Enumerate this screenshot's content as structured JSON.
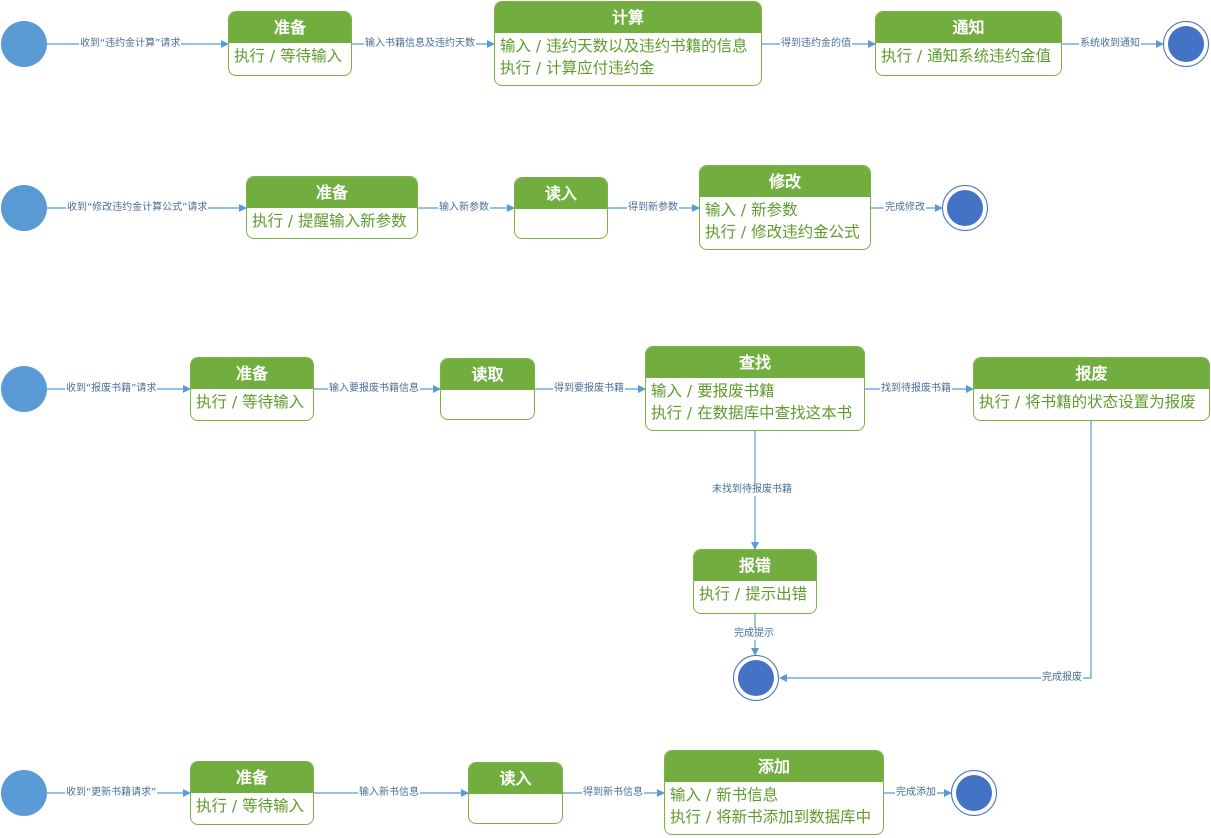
{
  "diagrams": [
    {
      "start_label": "收到“违约金计算”请求",
      "states": [
        {
          "title": "准备",
          "lines": [
            "执行 / 等待输入"
          ]
        },
        {
          "title": "计算",
          "lines": [
            "输入 / 违约天数以及违约书籍的信息",
            "执行 / 计算应付违约金"
          ]
        },
        {
          "title": "通知",
          "lines": [
            "执行 / 通知系统违约金值"
          ]
        }
      ],
      "transitions": [
        "输入书籍信息及违约天数",
        "得到违约金的值",
        "系统收到通知"
      ]
    },
    {
      "start_label": "收到“修改违约金计算公式”请求",
      "states": [
        {
          "title": "准备",
          "lines": [
            "执行 / 提醒输入新参数"
          ]
        },
        {
          "title": "读入",
          "lines": []
        },
        {
          "title": "修改",
          "lines": [
            "输入 / 新参数",
            "执行 / 修改违约金公式"
          ]
        }
      ],
      "transitions": [
        "输入新参数",
        "得到新参数",
        "完成修改"
      ]
    },
    {
      "start_label": "收到“报废书籍”请求",
      "states": [
        {
          "title": "准备",
          "lines": [
            "执行 / 等待输入"
          ]
        },
        {
          "title": "读取",
          "lines": []
        },
        {
          "title": "查找",
          "lines": [
            "输入 / 要报废书籍",
            "执行 / 在数据库中查找这本书"
          ]
        },
        {
          "title": "报废",
          "lines": [
            "执行 / 将书籍的状态设置为报废"
          ]
        },
        {
          "title": "报错",
          "lines": [
            "执行 / 提示出错"
          ]
        }
      ],
      "transitions": [
        "输入要报废书籍信息",
        "得到要报废书籍",
        "找到待报废书籍",
        "未找到待报废书籍",
        "完成提示",
        "完成报废"
      ]
    },
    {
      "start_label": "收到“更新书籍请求”",
      "states": [
        {
          "title": "准备",
          "lines": [
            "执行 / 等待输入"
          ]
        },
        {
          "title": "读入",
          "lines": []
        },
        {
          "title": "添加",
          "lines": [
            "输入 / 新书信息",
            "执行 / 将新书添加到数据库中"
          ]
        }
      ],
      "transitions": [
        "输入新书信息",
        "得到新书信息",
        "完成添加"
      ]
    }
  ],
  "colors": {
    "state_header": "#71ad3f",
    "state_border": "#7cb342",
    "state_text": "#5e9c2e",
    "start_node": "#5b9bd5",
    "end_node": "#4472c4",
    "arrow": "#5b9bd5",
    "label_text": "#4a6f95"
  }
}
